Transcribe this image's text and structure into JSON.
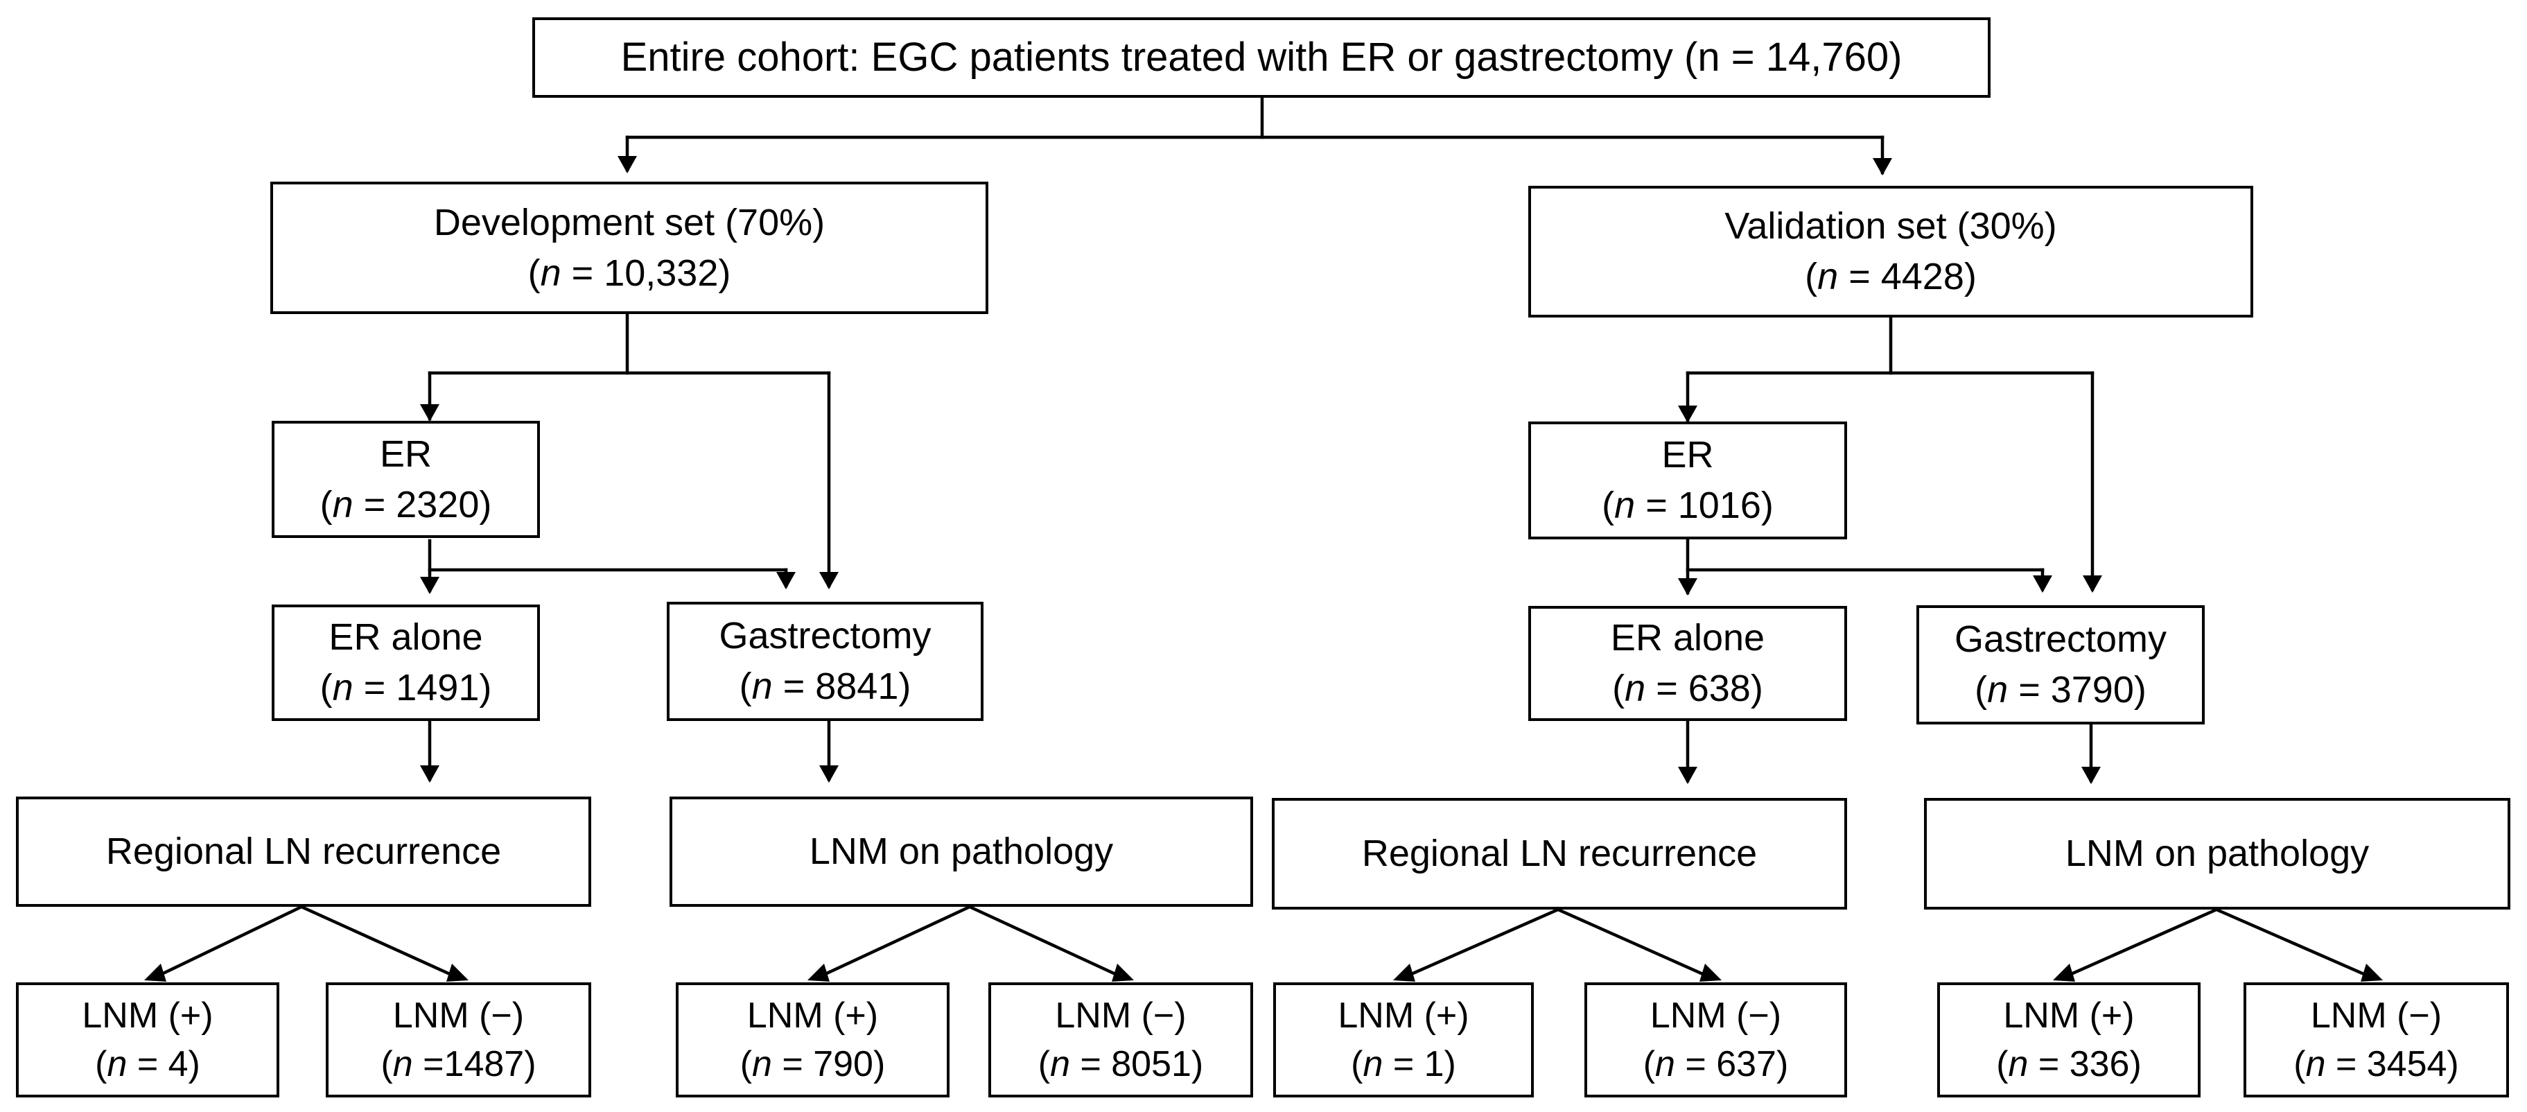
{
  "diagram": {
    "top": {
      "label": "Entire cohort: EGC patients treated with ER or gastrectomy (n = 14,760)"
    },
    "development": {
      "set": {
        "title": "Development set (70%)",
        "n": "= 10,332)"
      },
      "er": {
        "title": "ER",
        "n": "= 2320)"
      },
      "er_alone": {
        "title": "ER alone",
        "n": "= 1491)"
      },
      "gastrectomy": {
        "title": "Gastrectomy",
        "n": "= 8841)"
      },
      "regional": {
        "title": "Regional LN recurrence"
      },
      "lnm_path": {
        "title": "LNM on pathology"
      },
      "er_pos": {
        "title": "LNM (+)",
        "n": "= 4)"
      },
      "er_neg": {
        "title": "LNM (−)",
        "n": "=1487)"
      },
      "gx_pos": {
        "title": "LNM (+)",
        "n": "= 790)"
      },
      "gx_neg": {
        "title": "LNM (−)",
        "n": "= 8051)"
      }
    },
    "validation": {
      "set": {
        "title": "Validation set (30%)",
        "n": "= 4428)"
      },
      "er": {
        "title": "ER",
        "n": "= 1016)"
      },
      "er_alone": {
        "title": "ER alone",
        "n": "= 638)"
      },
      "gastrectomy": {
        "title": "Gastrectomy",
        "n": "= 3790)"
      },
      "regional": {
        "title": "Regional LN recurrence"
      },
      "lnm_path": {
        "title": "LNM on pathology"
      },
      "er_pos": {
        "title": "LNM (+)",
        "n": "= 1)"
      },
      "er_neg": {
        "title": "LNM (−)",
        "n": "= 637)"
      },
      "gx_pos": {
        "title": "LNM (+)",
        "n": "= 336)"
      },
      "gx_neg": {
        "title": "LNM (−)",
        "n": "= 3454)"
      }
    },
    "n_prefix": "(",
    "n_symbol": "n"
  }
}
